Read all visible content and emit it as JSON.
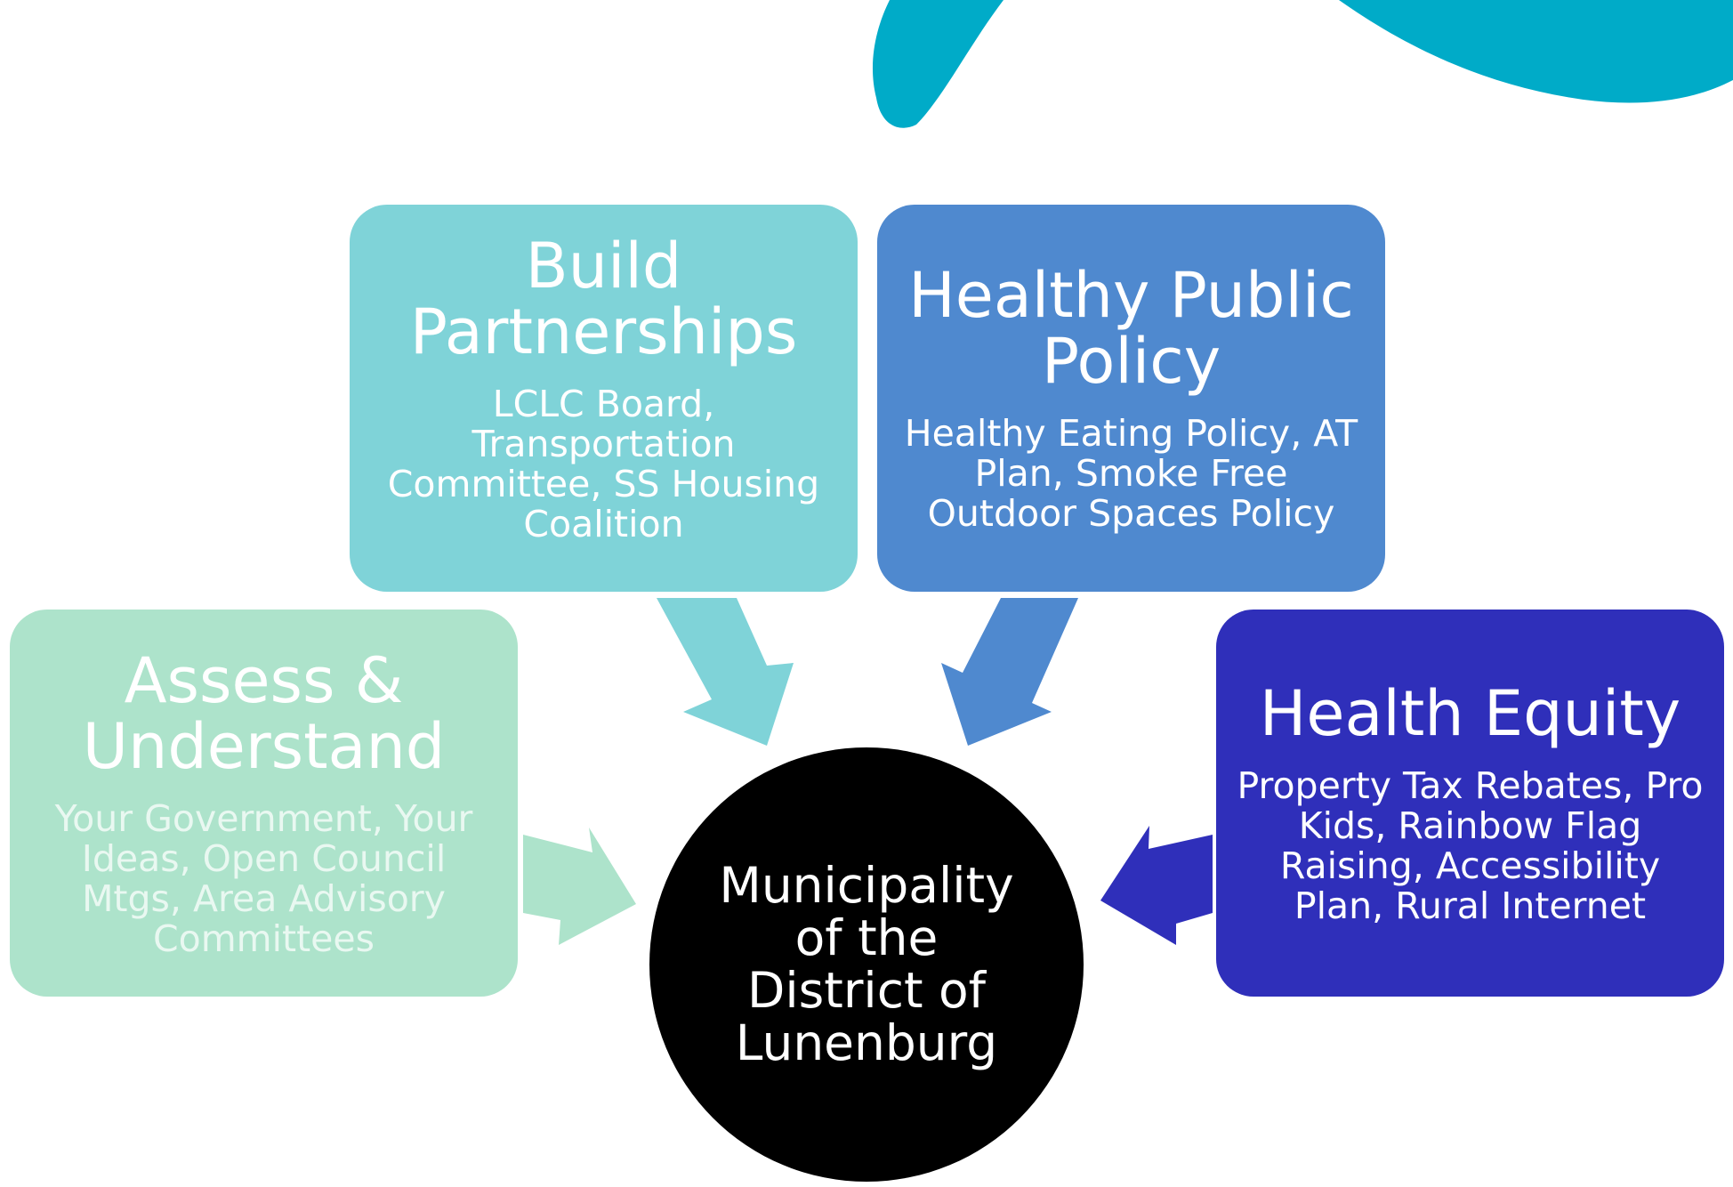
{
  "colors": {
    "decor_teal": "#00abc8",
    "build_partnerships": "#7fd3d8",
    "healthy_public_policy": "#4f89cf",
    "assess_understand": "#ade3cb",
    "health_equity": "#2f2fba",
    "center": "#000000"
  },
  "center": {
    "label": "Municipality of the District of Lunenburg"
  },
  "boxes": {
    "build_partnerships": {
      "title": "Build Partnerships",
      "description": "LCLC Board, Transportation Committee, SS Housing Coalition"
    },
    "healthy_public_policy": {
      "title": "Healthy Public Policy",
      "description": "Healthy Eating Policy, AT Plan, Smoke Free Outdoor Spaces Policy"
    },
    "assess_understand": {
      "title": "Assess & Understand",
      "description": "Your Government, Your Ideas, Open Council Mtgs, Area Advisory Committees"
    },
    "health_equity": {
      "title": "Health Equity",
      "description": "Property Tax Rebates, Pro Kids, Rainbow Flag Raising, Accessibility Plan, Rural Internet"
    }
  }
}
